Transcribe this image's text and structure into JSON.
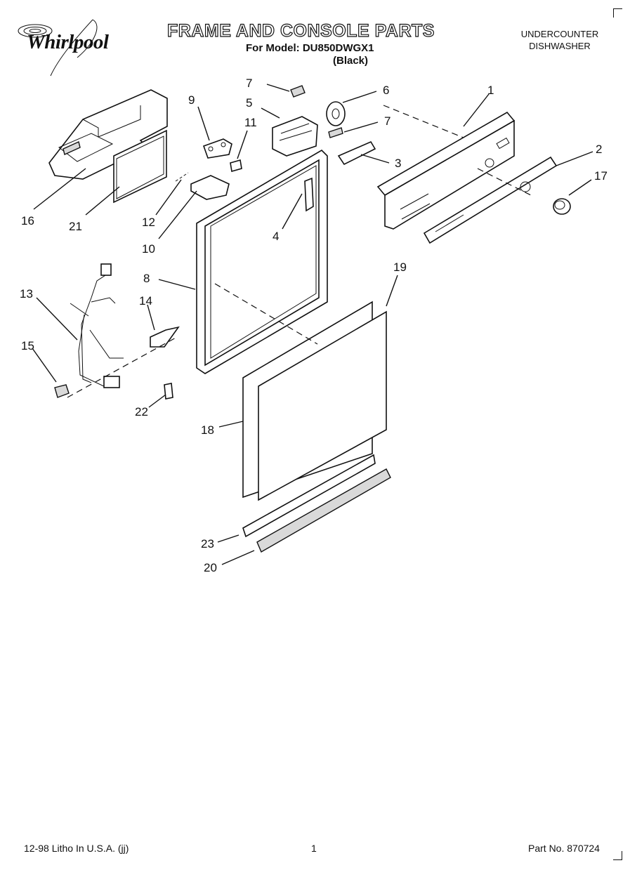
{
  "header": {
    "brand": "Whirlpool",
    "title": "FRAME AND CONSOLE PARTS",
    "model_line": "For Model: DU850DWGX1",
    "color_line": "(Black)",
    "appliance_type_line1": "UNDERCOUNTER",
    "appliance_type_line2": "DISHWASHER"
  },
  "callouts": {
    "c1": "1",
    "c2": "2",
    "c3": "3",
    "c4": "4",
    "c5": "5",
    "c6": "6",
    "c7a": "7",
    "c7b": "7",
    "c8": "8",
    "c9": "9",
    "c10": "10",
    "c11": "11",
    "c12": "12",
    "c13": "13",
    "c14": "14",
    "c15": "15",
    "c16": "16",
    "c17": "17",
    "c18": "18",
    "c19": "19",
    "c20": "20",
    "c21": "21",
    "c22": "22",
    "c23": "23"
  },
  "footer": {
    "print_info": "12-98 Litho In U.S.A. (jj)",
    "page_number": "1",
    "part_number": "Part No. 870724"
  },
  "icons": {
    "logo": "whirlpool-swirl-logo"
  },
  "colors": {
    "ink": "#111111",
    "paper": "#ffffff",
    "part_fill": "#d9d9d9"
  }
}
